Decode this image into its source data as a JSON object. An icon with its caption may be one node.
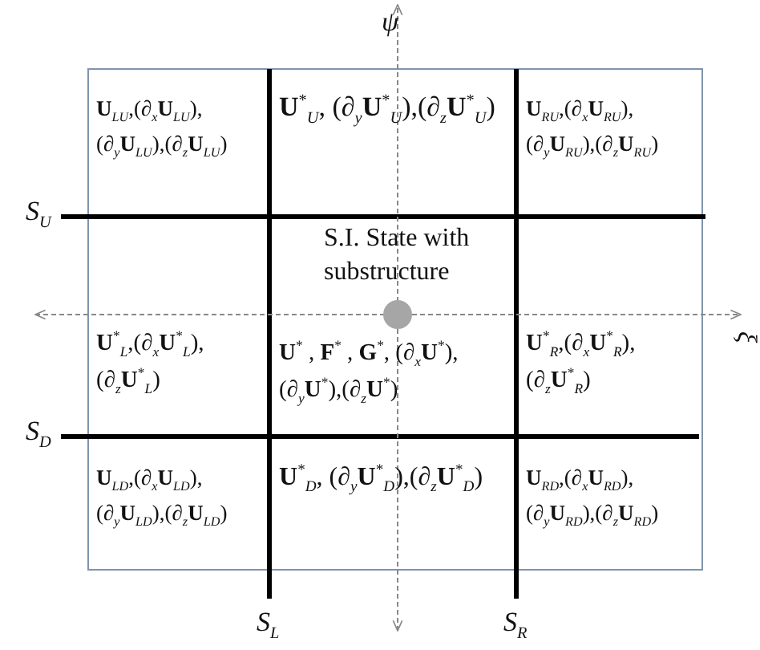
{
  "diagram": {
    "nodes": [
      {
        "text": [
          "**U**$_{LU}$,(∂$_{x}$**U**$_{LU}$), (∂$_{y}$**U**$_{LU}$),(∂$_{z}$**U**$_{LU}$)"
        ]
      },
      {
        "text": [
          "**U**$^{*}$$_{U}$, (∂$_{y}$**U**$^{*}$$_{U}$),(∂$_{z}$**U**$^{*}$$_{U}$)"
        ]
      },
      {
        "text": [
          "**U**$_{RU}$,(∂$_{x}$**U**$_{RU}$), (∂$_{y}$**U**$_{RU}$),(∂$_{z}$**U**$_{RU}$)"
        ]
      },
      {
        "text": [
          "**U**$^{*}$$_{L}$,(∂$_{x}$**U**$^{*}$$_{L}$), (∂$_{z}$**U**$^{*}$$_{L}$)"
        ]
      },
      {
        "text": [
          "S.I. State with substructure",
          "**U**$^{*}$ , **F**$^{*}$ , **G**$^{*}$, (∂$_{x}$**U**$^{*}$),(∂$_{y}$**U**$^{*}$),(∂$_{z}$**U**$^{*}$)"
        ]
      },
      {
        "text": [
          "**U**$^{*}$$_{R}$,(∂$_{x}$**U**$^{*}$$_{R}$), (∂$_{z}$**U**$^{*}$$_{R}$)"
        ]
      },
      {
        "text": [
          "**U**$_{LD}$,(∂$_{x}$**U**$_{LD}$), (∂$_{y}$**U**$_{LD}$),(∂$_{z}$**U**$_{LD}$)"
        ]
      },
      {
        "text": [
          "**U**$^{*}$$_{D}$, (∂$_{y}$**U**$^{*}$$_{D}$),(∂$_{z}$**U**$^{*}$$_{D}$)"
        ]
      },
      {
        "text": [
          "**U**$_{RD}$,(∂$_{x}$**U**$_{RD}$), (∂$_{y}$**U**$_{RD}$),(∂$_{z}$**U**$_{RD}$)"
        ]
      }
    ],
    "edges": [],
    "labels": [
      "*ψ*",
      "*S*$_{U}$",
      "*ξ*",
      "*S*$_{D}$",
      "*S*$_{L}$",
      "*S*$_{R}$"
    ]
  }
}
